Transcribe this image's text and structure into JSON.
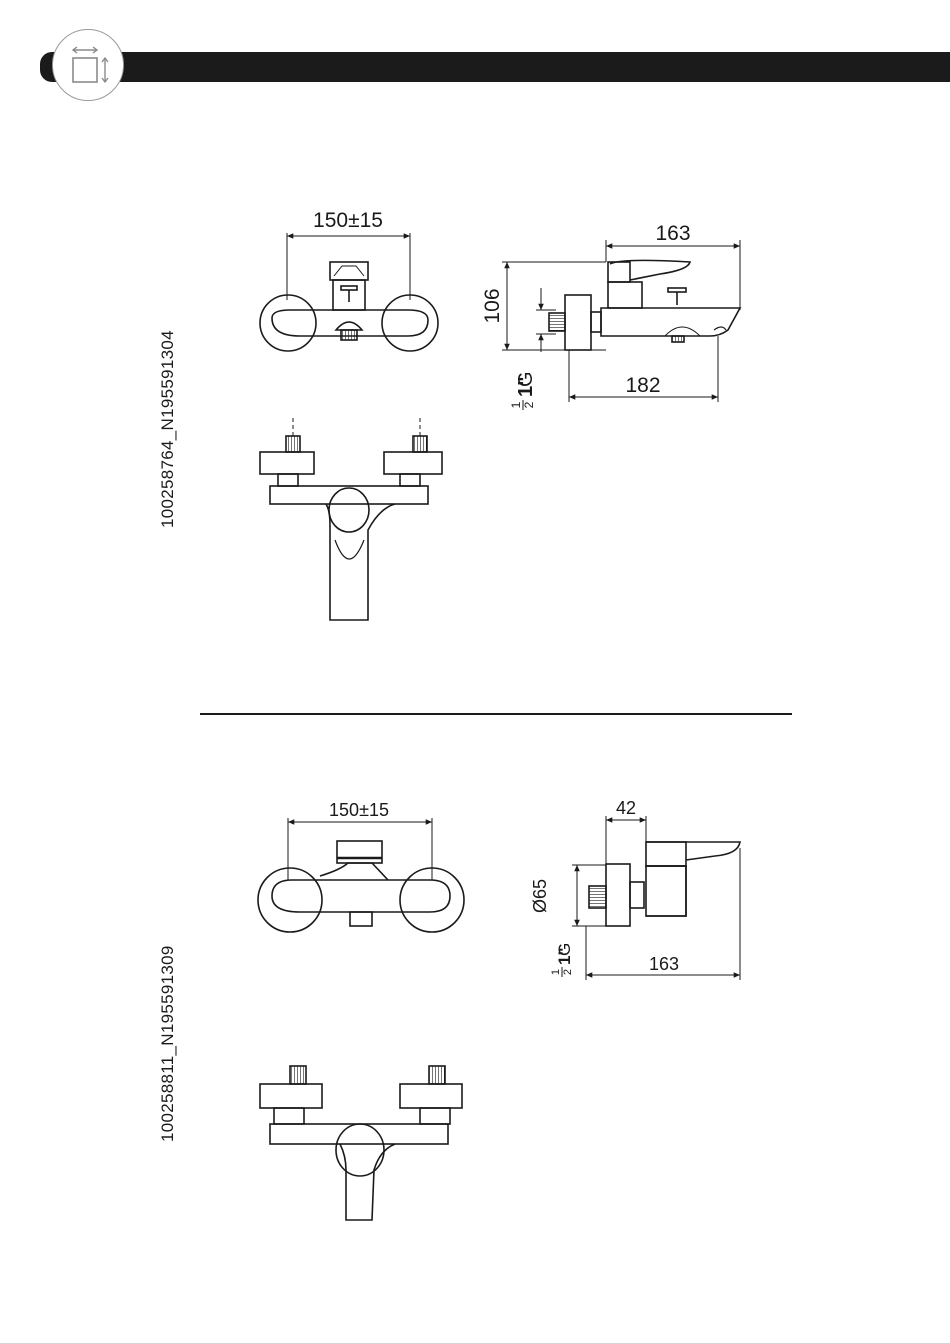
{
  "header": {
    "icon": "dimensions-icon"
  },
  "products": [
    {
      "code": "100258764_N195591304",
      "front_width": "150±15",
      "side_depth": "163",
      "side_height": "106",
      "side_length": "182",
      "thread": "G",
      "thread_size": "1\"",
      "thread_fraction_num": "1",
      "thread_fraction_den": "2"
    },
    {
      "code": "100258811_N195591309",
      "front_width": "150±15",
      "side_offset": "42",
      "side_diameter": "Ø65",
      "side_length": "163",
      "thread": "G",
      "thread_size": "1\"",
      "thread_fraction_num": "1",
      "thread_fraction_den": "2"
    }
  ],
  "colors": {
    "ink": "#1a1a1a",
    "bar": "#1b1b1b",
    "icon_ring": "#9a9a9a"
  }
}
